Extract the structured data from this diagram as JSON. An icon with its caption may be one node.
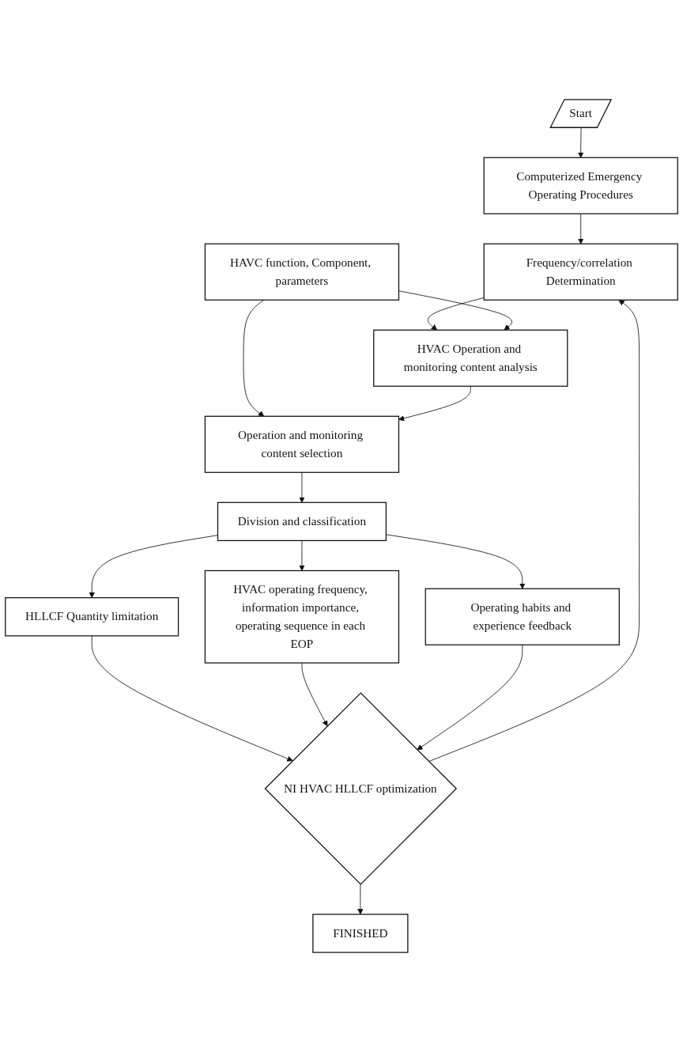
{
  "diagram": {
    "nodes": [
      {
        "text": [
          "Start"
        ]
      },
      {
        "text": [
          "Computerized Emergency Operating Procedures"
        ]
      },
      {
        "text": [
          "Frequency/correlation Determination"
        ]
      },
      {
        "text": [
          "HVAC Operation and monitoring content analysis"
        ]
      },
      {
        "text": [
          "HAVC function, Component, parameters"
        ]
      },
      {
        "text": [
          "Operation and monitoring content selection"
        ]
      },
      {
        "text": [
          "Division and classification"
        ]
      },
      {
        "text": [
          "HLLCF Quantity limitation"
        ]
      },
      {
        "text": [
          "HVAC operating frequency, information importance, operating sequence in each EOP"
        ]
      },
      {
        "text": [
          "Operating habits and experience feedback"
        ]
      },
      {
        "text": [
          "NI HVAC HLLCF optimization"
        ]
      },
      {
        "text": [
          "FINISHED"
        ]
      }
    ],
    "edges": [
      {
        "from": 0,
        "to": 1,
        "arrow": "to"
      },
      {
        "from": 1,
        "to": 2,
        "arrow": "to"
      },
      {
        "from": 2,
        "to": 3,
        "arrow": "to"
      },
      {
        "from": 4,
        "to": 3,
        "arrow": "to"
      },
      {
        "from": 4,
        "to": 5,
        "arrow": "to"
      },
      {
        "from": 3,
        "to": 5,
        "arrow": "to"
      },
      {
        "from": 5,
        "to": 6,
        "arrow": "to"
      },
      {
        "from": 6,
        "to": 7,
        "arrow": "to"
      },
      {
        "from": 6,
        "to": 8,
        "arrow": "to"
      },
      {
        "from": 6,
        "to": 9,
        "arrow": "to"
      },
      {
        "from": 7,
        "to": 10,
        "arrow": "to"
      },
      {
        "from": 8,
        "to": 10,
        "arrow": "to"
      },
      {
        "from": 9,
        "to": 10,
        "arrow": "to"
      },
      {
        "from": 10,
        "to": 2,
        "arrow": "to"
      },
      {
        "from": 10,
        "to": 11,
        "arrow": "to"
      }
    ]
  }
}
